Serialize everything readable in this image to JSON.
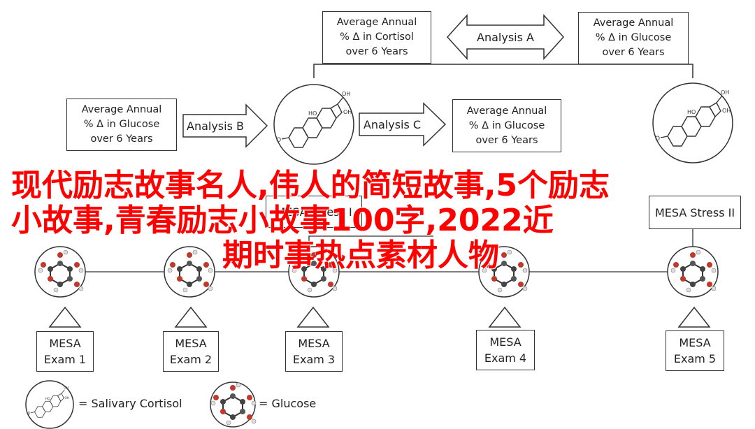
{
  "boxes": {
    "cortisol_top": [
      "Average Annual",
      "% Δ in Cortisol",
      "over 6 Years"
    ],
    "glucose_top_right": [
      "Average Annual",
      "% Δ in Glucose",
      "over 6 Years"
    ],
    "glucose_left": [
      "Average Annual",
      "% Δ in Glucose",
      "over 6 Years"
    ],
    "glucose_mid": [
      "Average Annual",
      "% Δ in Glucose",
      "over 6 Years"
    ]
  },
  "analyses": {
    "a": "Analysis A",
    "b": "Analysis B",
    "c": "Analysis C"
  },
  "stress": {
    "i": "MESA Stress I",
    "ii": "MESA Stress II"
  },
  "exams": [
    [
      "MESA",
      "Exam 1"
    ],
    [
      "MESA",
      "Exam 2"
    ],
    [
      "MESA",
      "Exam 3"
    ],
    [
      "MESA",
      "Exam 4"
    ],
    [
      "MESA",
      "Exam 5"
    ]
  ],
  "legend": {
    "cortisol": "= Salivary Cortisol",
    "glucose": "= Glucose"
  },
  "overlay_title": {
    "line1": "现代励志故事名人,伟人的简短故事,5个励志",
    "line2": "小故事,青春励志小故事100字,2022近",
    "line3": "期时事热点素材人物"
  },
  "colors": {
    "overlay_text": "#ff0000",
    "line": "#333333"
  }
}
